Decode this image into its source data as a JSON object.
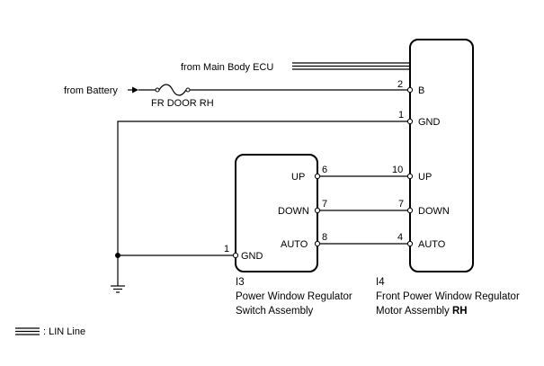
{
  "diagram": {
    "sources": {
      "ecu": "from Main Body ECU",
      "battery": "from Battery"
    },
    "fuse": "FR DOOR RH",
    "motor": {
      "code": "I4",
      "name_line1": "Front Power Window Regulator",
      "name_line2_prefix": "Motor Assembly ",
      "name_line2_bold": "RH",
      "terminals": [
        {
          "pin": "2",
          "label": "B"
        },
        {
          "pin": "1",
          "label": "GND"
        },
        {
          "pin": "10",
          "label": "UP"
        },
        {
          "pin": "7",
          "label": "DOWN"
        },
        {
          "pin": "4",
          "label": "AUTO"
        }
      ]
    },
    "switch": {
      "code": "I3",
      "name_line1": "Power Window Regulator",
      "name_line2": "Switch Assembly",
      "terminals": [
        {
          "pin": "6",
          "label": "UP"
        },
        {
          "pin": "7",
          "label": "DOWN"
        },
        {
          "pin": "8",
          "label": "AUTO"
        },
        {
          "pin": "1",
          "label": "GND"
        }
      ]
    },
    "legend": {
      "text": ": LIN Line"
    }
  }
}
